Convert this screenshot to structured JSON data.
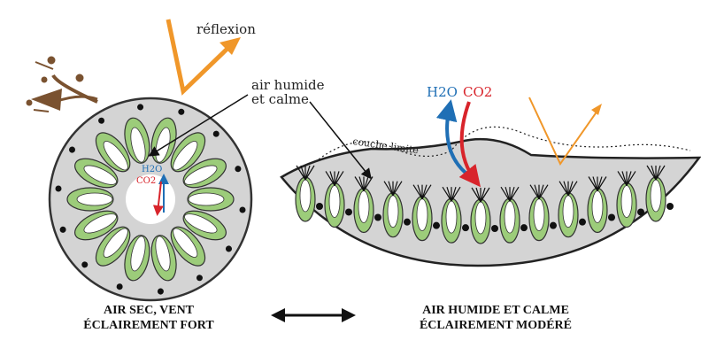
{
  "labels": {
    "reflexion": "réflexion",
    "air_humide_line1": "air humide",
    "air_humide_line2": "et calme",
    "couche_limite": "couche limite",
    "h2o": "H2O",
    "co2": "CO2",
    "h2o_left": "H2O",
    "co2_left": "CO2"
  },
  "captions": {
    "left_line1": "AIR SEC, VENT",
    "left_line2": "ÉCLAIREMENT FORT",
    "right_line1": "AIR HUMIDE ET CALME",
    "right_line2": "ÉCLAIREMENT MODÉRÉ"
  },
  "colors": {
    "tissue": "#d4d4d4",
    "photosynthetic": "#9ccc7a",
    "light": "#f0972a",
    "wind": "#7a5230",
    "h2o": "#1f6fb5",
    "co2": "#d8242b"
  }
}
